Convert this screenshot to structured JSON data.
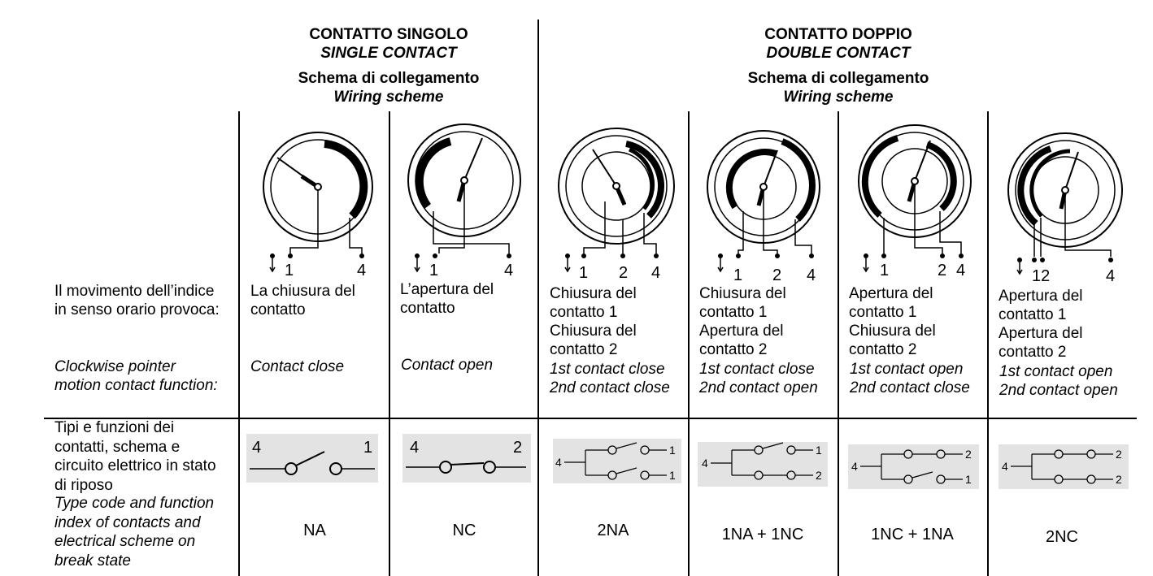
{
  "header": {
    "single": {
      "title_it": "CONTATTO SINGOLO",
      "title_en": "SINGLE CONTACT",
      "scheme_it": "Schema di collegamento",
      "scheme_en": "Wiring scheme"
    },
    "double": {
      "title_it": "CONTATTO DOPPIO",
      "title_en": "DOUBLE CONTACT",
      "scheme_it": "Schema di collegamento",
      "scheme_en": "Wiring scheme"
    }
  },
  "row_labels": {
    "movement_it": "Il movimento dell’indice\nin senso orario provoca:",
    "movement_en": "Clockwise pointer\nmotion contact function:",
    "types_it": "Tipi e funzioni dei\ncontatti, schema e\ncircuito elettrico in stato\ndi riposo",
    "types_en": "Type code and function\nindex of contacts and\nelectrical scheme on\nbreak state"
  },
  "columns": [
    {
      "terminals": [
        "1",
        "4"
      ],
      "function_it": "La chiusura del\ncontatto",
      "function_en": "Contact close",
      "circuit": [
        "4",
        "1"
      ],
      "code": "NA"
    },
    {
      "terminals": [
        "1",
        "4"
      ],
      "function_it": "L’apertura del\ncontatto",
      "function_en": "Contact open",
      "circuit": [
        "4",
        "2"
      ],
      "code": "NC"
    },
    {
      "terminals": [
        "1",
        "2",
        "4"
      ],
      "function_it": "Chiusura del\ncontatto 1\nChiusura del\ncontatto 2",
      "function_en": "1st contact close\n2nd contact close",
      "circuit": [
        "4",
        "1",
        "1"
      ],
      "code": "2NA"
    },
    {
      "terminals": [
        "1",
        "2",
        "4"
      ],
      "function_it": "Chiusura del\ncontatto 1\nApertura del\ncontatto 2",
      "function_en": "1st contact close\n2nd contact open",
      "circuit": [
        "4",
        "1",
        "2"
      ],
      "code": "1NA + 1NC"
    },
    {
      "terminals": [
        "1",
        "2",
        "4"
      ],
      "function_it": "Apertura del\ncontatto 1\nChiusura del\ncontatto 2",
      "function_en": "1st contact open\n2nd contact close",
      "circuit": [
        "4",
        "2",
        "1"
      ],
      "code": "1NC + 1NA"
    },
    {
      "terminals": [
        "12",
        "4"
      ],
      "function_it": "Apertura del\ncontatto 1\nApertura del\ncontatto 2",
      "function_en": "1st contact open\n2nd contact open",
      "circuit": [
        "4",
        "2",
        "2"
      ],
      "code": "2NC"
    }
  ]
}
